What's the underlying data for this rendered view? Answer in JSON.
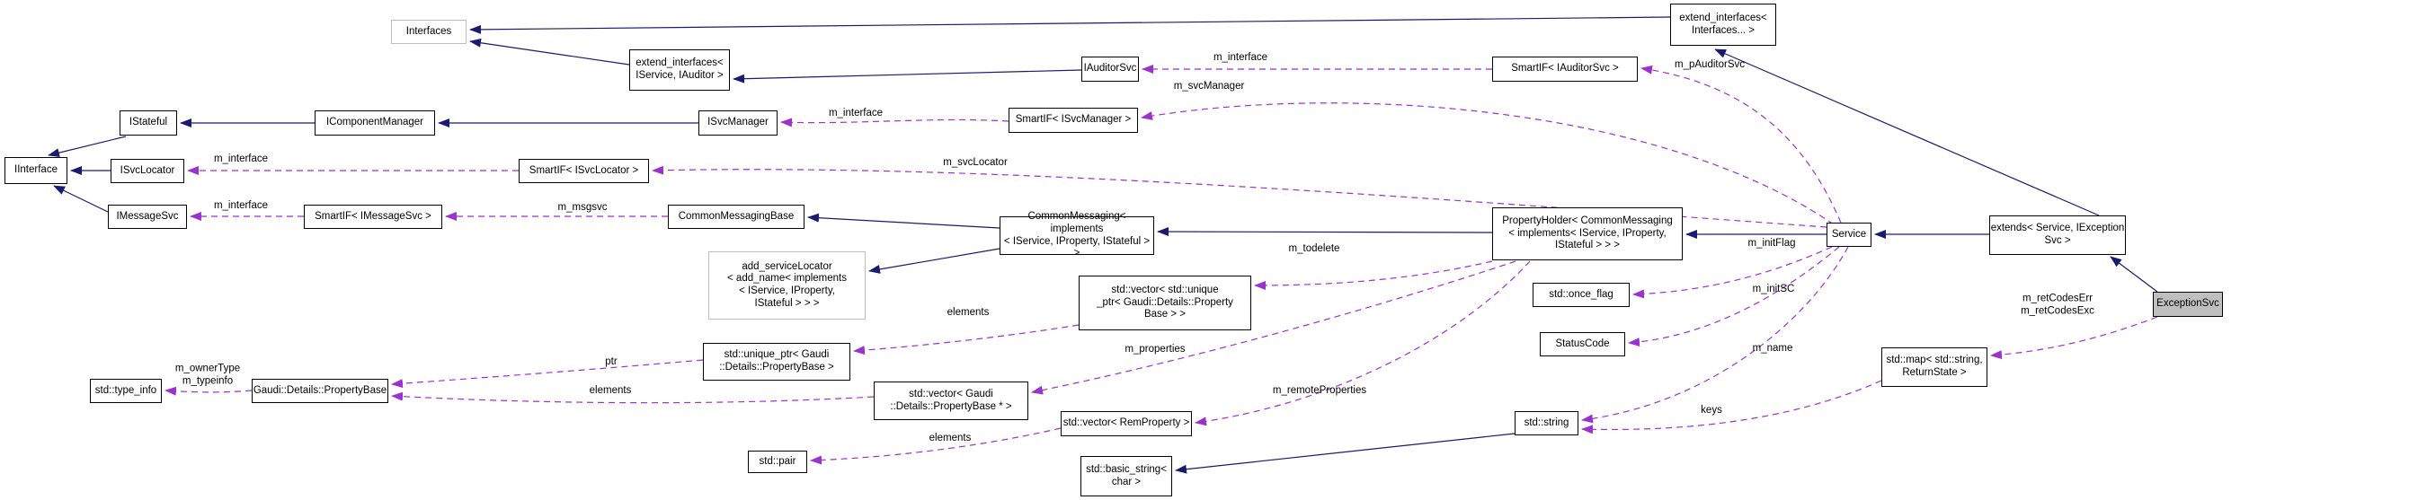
{
  "diagram": {
    "kind": "collaboration-graph",
    "colors": {
      "background": "#ffffff",
      "inheritance_edge": "#1a1a70",
      "usage_edge": "#9a32cd",
      "node_border": "#000000",
      "template_node_border": "#bdbdbd",
      "main_node_fill": "#bfbfbf",
      "text": "#000000"
    },
    "nodes": [
      {
        "id": "interfaces",
        "label": "Interfaces"
      },
      {
        "id": "extend-interfaces-iservice-iauditor",
        "label": "extend_interfaces<\nIService, IAuditor >"
      },
      {
        "id": "iauditorsvc",
        "label": "IAuditorSvc"
      },
      {
        "id": "smartif-iauditorsvc",
        "label": "SmartIF< IAuditorSvc >"
      },
      {
        "id": "extend-interfaces-interfaces",
        "label": "extend_interfaces<\nInterfaces... >"
      },
      {
        "id": "istateful",
        "label": "IStateful"
      },
      {
        "id": "icomponentmanager",
        "label": "IComponentManager"
      },
      {
        "id": "isvcmanager",
        "label": "ISvcManager"
      },
      {
        "id": "smartif-isvcmanager",
        "label": "SmartIF< ISvcManager >"
      },
      {
        "id": "iinterface",
        "label": "IInterface"
      },
      {
        "id": "isvclocator",
        "label": "ISvcLocator"
      },
      {
        "id": "smartif-isvclocator",
        "label": "SmartIF< ISvcLocator >"
      },
      {
        "id": "imessagesvc",
        "label": "IMessageSvc"
      },
      {
        "id": "smartif-imessagesvc",
        "label": "SmartIF< IMessageSvc >"
      },
      {
        "id": "commonmessagingbase",
        "label": "CommonMessagingBase"
      },
      {
        "id": "add-servicelocator",
        "label": "add_serviceLocator\n< add_name< implements\n< IService, IProperty,\nIStateful > > >"
      },
      {
        "id": "commonmessaging",
        "label": "CommonMessaging< implements\n< IService, IProperty, IStateful > >"
      },
      {
        "id": "propertyholder",
        "label": "PropertyHolder< CommonMessaging\n< implements< IService, IProperty,\nIStateful > > >"
      },
      {
        "id": "service",
        "label": "Service"
      },
      {
        "id": "extends-service-iexceptionsvc",
        "label": "extends< Service, IException\nSvc >"
      },
      {
        "id": "exceptionsvc",
        "label": "ExceptionSvc"
      },
      {
        "id": "vector-unique-ptr-propertybase",
        "label": "std::vector< std::unique\n_ptr< Gaudi::Details::Property\nBase > >"
      },
      {
        "id": "once-flag",
        "label": "std::once_flag"
      },
      {
        "id": "statuscode",
        "label": "StatusCode"
      },
      {
        "id": "unique-ptr-propertybase",
        "label": "std::unique_ptr< Gaudi\n::Details::PropertyBase >"
      },
      {
        "id": "vector-propertybase-ptr",
        "label": "std::vector< Gaudi\n::Details::PropertyBase * >"
      },
      {
        "id": "type-info",
        "label": "std::type_info"
      },
      {
        "id": "gaudi-details-propertybase",
        "label": "Gaudi::Details::PropertyBase"
      },
      {
        "id": "std-pair",
        "label": "std::pair"
      },
      {
        "id": "vector-remproperty",
        "label": "std::vector< RemProperty >"
      },
      {
        "id": "std-string",
        "label": "std::string"
      },
      {
        "id": "basic-string-char",
        "label": "std::basic_string<\nchar >"
      },
      {
        "id": "map-string-returnstate",
        "label": "std::map< std::string,\nReturnState >"
      }
    ],
    "edge_labels": [
      {
        "text": "m_interface"
      },
      {
        "text": "m_pAuditorSvc"
      },
      {
        "text": "m_interface"
      },
      {
        "text": "m_svcManager"
      },
      {
        "text": "m_interface"
      },
      {
        "text": "m_svcLocator"
      },
      {
        "text": "m_interface"
      },
      {
        "text": "m_msgsvc"
      },
      {
        "text": "m_todelete"
      },
      {
        "text": "m_initFlag"
      },
      {
        "text": "m_initSC"
      },
      {
        "text": "m_name"
      },
      {
        "text": "keys"
      },
      {
        "text": "m_properties"
      },
      {
        "text": "m_remoteProperties"
      },
      {
        "text": "elements"
      },
      {
        "text": "ptr"
      },
      {
        "text": "elements"
      },
      {
        "text": "elements"
      },
      {
        "text": "m_ownerType\nm_typeinfo"
      },
      {
        "text": "m_retCodesErr\nm_retCodesExc"
      }
    ]
  }
}
